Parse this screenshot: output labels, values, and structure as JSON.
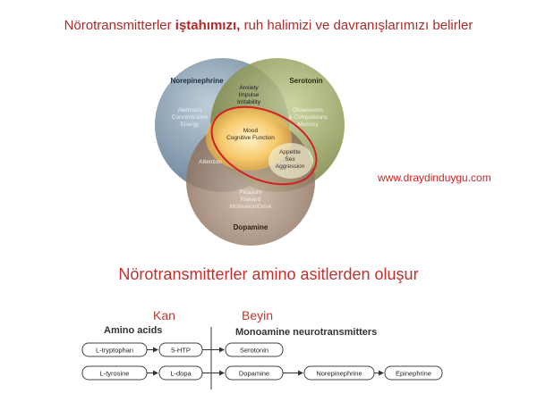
{
  "title": {
    "prefix": "Nörotransmitterler ",
    "bold": "iştahımızı,",
    "suffix": " ruh halimizi ve davranışlarımızı belirler"
  },
  "venn": {
    "norepinephrine": {
      "name": "Norepinephrine",
      "lines": [
        "Alertness",
        "Concentration",
        "Energy"
      ],
      "color": "#6f8a9e"
    },
    "serotonin": {
      "name": "Serotonin",
      "lines": [
        "Obsessions",
        "& Compulsions",
        "Memory"
      ],
      "color": "#7f8a4a"
    },
    "dopamine": {
      "name": "Dopamine",
      "lines": [
        "Pleasure",
        "Reward",
        "Motivation/Drive"
      ],
      "color": "#8a6e5a"
    },
    "ne_sero": [
      "Anxiety",
      "Impulse",
      "Irritability"
    ],
    "ne_dopa": [
      "Attention"
    ],
    "sero_dopa": [
      "Appetite",
      "Sex",
      "Aggression"
    ],
    "center": [
      "Mood",
      "Cognitive Function"
    ],
    "highlight_color": "#d42020"
  },
  "website": "www.draydinduygu.com",
  "subtitle": "Nörotransmitterler amino asitlerden oluşur",
  "pathway": {
    "kan_label": "Kan",
    "beyin_label": "Beyin",
    "amino_heading": "Amino acids",
    "mono_heading": "Monoamine neurotransmitters",
    "row1": [
      "L-tryptophan",
      "5-HTP",
      "Serotonin"
    ],
    "row2": [
      "L-tyrosine",
      "L-dopa",
      "Dopamine",
      "Norepinephrine",
      "Epinephrine"
    ],
    "label_color": "#c0392b"
  }
}
